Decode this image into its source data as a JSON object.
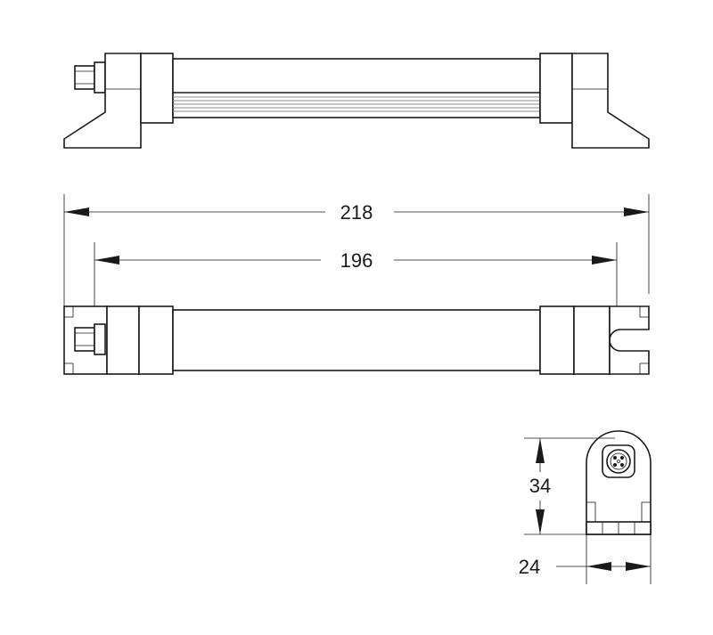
{
  "dimensions": {
    "overall_length": "218",
    "mounting_distance": "196",
    "height": "34",
    "width": "24"
  },
  "colors": {
    "line": "#1a1a1a",
    "background": "#ffffff"
  }
}
